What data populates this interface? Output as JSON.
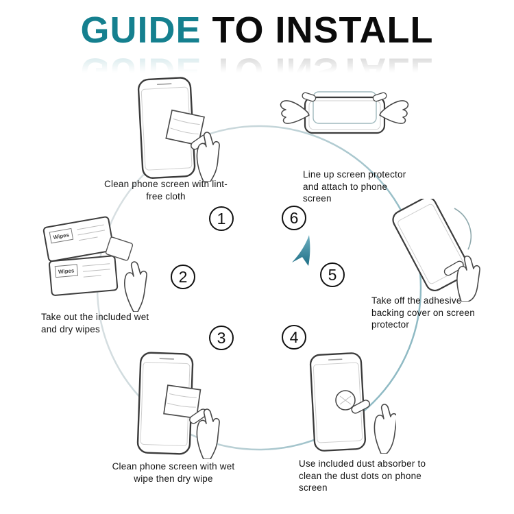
{
  "title": {
    "part1": "GUIDE",
    "part2": "TO INSTALL"
  },
  "steps": [
    {
      "num": "1",
      "caption": "Clean phone screen with lint-free cloth"
    },
    {
      "num": "2",
      "caption": "Take out the included wet and dry wipes"
    },
    {
      "num": "3",
      "caption": "Clean phone screen with wet wipe then dry wipe"
    },
    {
      "num": "4",
      "caption": "Use included dust absorber to clean the dust dots on phone screen"
    },
    {
      "num": "5",
      "caption": "Take off the adhesive backing cover on screen protector"
    },
    {
      "num": "6",
      "caption": "Line up screen protector and attach to phone screen"
    }
  ],
  "illustrations": {
    "wipes_label": "Wipes",
    "wipes_label2": "Wipes"
  },
  "colors": {
    "accent_teal": "#15808F",
    "arrow_teal": "#2B7E94",
    "ring": "#BFD3D6",
    "text": "#141414"
  }
}
